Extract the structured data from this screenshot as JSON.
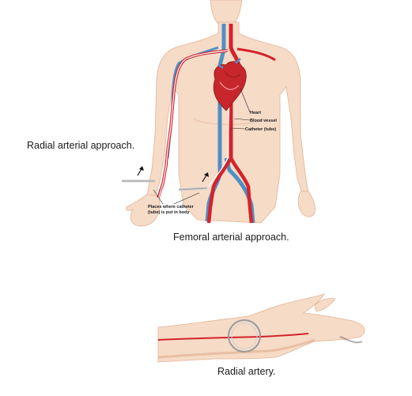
{
  "labels": {
    "radial_approach": "Radial arterial approach.",
    "femoral_approach": "Femoral arterial approach.",
    "radial_artery": "Radial artery.",
    "heart": "Heart",
    "blood_vessel": "Blood vessel",
    "catheter": "Catheter (tube)",
    "places_where": "Places where catheter (tube) is put in body"
  },
  "colors": {
    "skin": "#f6dbc7",
    "skin_shade": "#e9bfa3",
    "artery": "#d4232b",
    "vein": "#4f8fc4",
    "catheter": "#ffffff",
    "heart": "#c7262d"
  }
}
